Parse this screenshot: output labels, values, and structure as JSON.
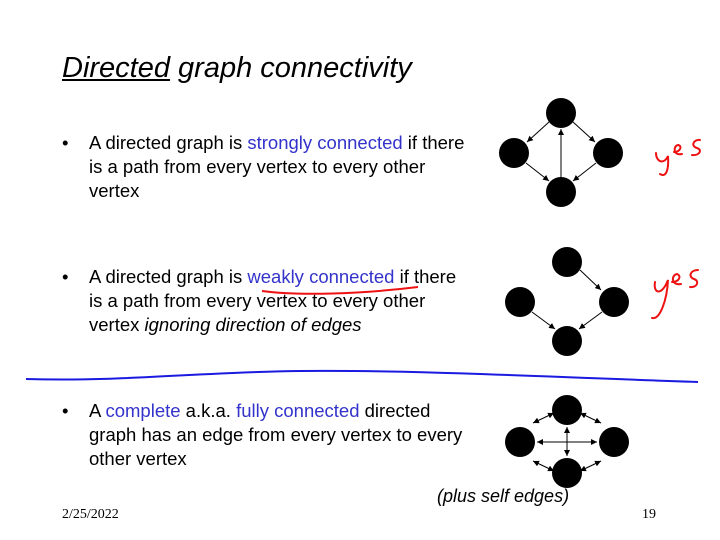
{
  "title": {
    "underlined": "Directed",
    "rest": " graph connectivity"
  },
  "bullets": [
    {
      "marker": "•",
      "pre": "A directed graph is ",
      "term": "strongly connected",
      "post": " if there is a path from every vertex to every other vertex"
    },
    {
      "marker": "•",
      "pre": "A directed graph is ",
      "term": "weakly connected",
      "post": " if there is a path from every vertex to every other vertex ",
      "italic": "ignoring direction of edges"
    },
    {
      "marker": "•",
      "pre": "A ",
      "term": "complete",
      "mid": " a.k.a. ",
      "term2": "fully connected",
      "post": " directed graph has an edge from every vertex to every other vertex"
    }
  ],
  "note": "(plus self edges)",
  "annotations": [
    "yes",
    "yes"
  ],
  "footer": {
    "date": "2/25/2022",
    "page": "19"
  },
  "colors": {
    "term": "#3333cc",
    "ink_red": "#ee1111",
    "ink_blue": "#1a1ae0"
  }
}
